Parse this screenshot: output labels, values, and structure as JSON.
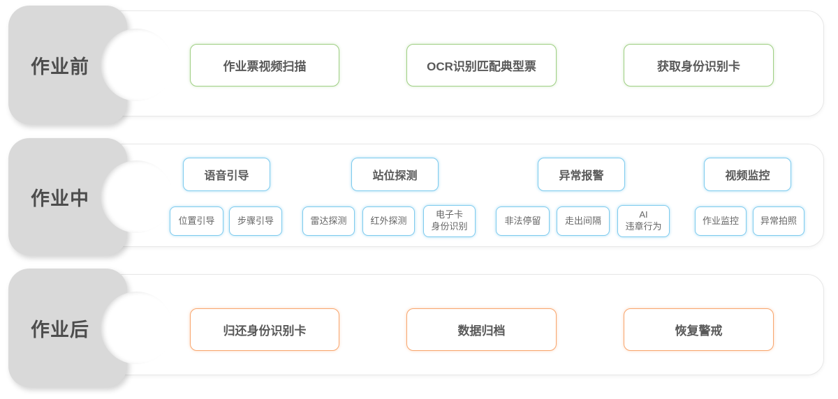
{
  "colors": {
    "tab_bg": "#d9d9d9",
    "tab_text": "#4d4d4d",
    "panel_border": "#e7e7e7",
    "accent_green": "#9fcf84",
    "accent_blue": "#7ecbee",
    "accent_orange": "#f8a66e",
    "box_text": "#595959",
    "sub_text": "#666666"
  },
  "rows": [
    {
      "label": "作业前",
      "accent": "#9fcf84",
      "boxes": [
        "作业票视频扫描",
        "OCR识别匹配典型票",
        "获取身份识别卡"
      ]
    },
    {
      "label": "作业中",
      "accent": "#7ecbee",
      "groups": [
        {
          "header": "语音引导",
          "subs": [
            "位置引导",
            "步骤引导"
          ]
        },
        {
          "header": "站位探测",
          "subs": [
            "雷达探测",
            "红外探测",
            "电子卡\n身份识别"
          ]
        },
        {
          "header": "异常报警",
          "subs": [
            "非法停留",
            "走出间隔",
            "AI\n违章行为"
          ]
        },
        {
          "header": "视频监控",
          "subs": [
            "作业监控",
            "异常拍照"
          ]
        }
      ]
    },
    {
      "label": "作业后",
      "accent": "#f8a66e",
      "boxes": [
        "归还身份识别卡",
        "数据归档",
        "恢复警戒"
      ]
    }
  ]
}
